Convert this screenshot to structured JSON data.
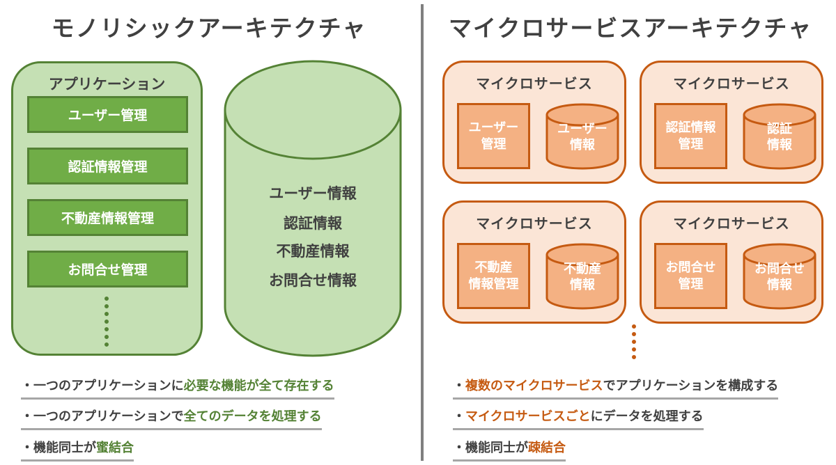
{
  "colors": {
    "green_dark": "#548235",
    "green_light": "#c5e0b4",
    "green_mid": "#70ad47",
    "orange_dark": "#c55a11",
    "orange_light": "#fbe5d6",
    "orange_mid": "#f4b183"
  },
  "monolith": {
    "title": "モノリシックアーキテクチャ",
    "app_label": "アプリケーション",
    "functions": [
      "ユーザー管理",
      "認証情報管理",
      "不動産情報管理",
      "お問合せ管理"
    ],
    "db_items": [
      "ユーザー情報",
      "認証情報",
      "不動産情報",
      "お問合せ情報"
    ],
    "bullets": [
      [
        {
          "t": "・一つのアプリケーションに",
          "h": false
        },
        {
          "t": "必要な機能が全て存在する",
          "h": true
        }
      ],
      [
        {
          "t": "・一つのアプリケーションで",
          "h": false
        },
        {
          "t": "全てのデータを処理する",
          "h": true
        }
      ],
      [
        {
          "t": "・機能同士が",
          "h": false
        },
        {
          "t": "蜜結合",
          "h": true
        }
      ]
    ]
  },
  "microservices": {
    "title": "マイクロサービスアーキテクチャ",
    "services": [
      {
        "label": "マイクロサービス",
        "function": "ユーザー\n管理",
        "db": "ユーザー\n情報"
      },
      {
        "label": "マイクロサービス",
        "function": "認証情報\n管理",
        "db": "認証\n情報"
      },
      {
        "label": "マイクロサービス",
        "function": "不動産\n情報管理",
        "db": "不動産\n情報"
      },
      {
        "label": "マイクロサービス",
        "function": "お問合せ\n管理",
        "db": "お問合せ\n情報"
      }
    ],
    "bullets": [
      [
        {
          "t": "・",
          "h": false
        },
        {
          "t": "複数のマイクロサービス",
          "h": true
        },
        {
          "t": "でアプリケーションを構成する",
          "h": false
        }
      ],
      [
        {
          "t": "・",
          "h": false
        },
        {
          "t": "マイクロサービスごと",
          "h": true
        },
        {
          "t": "にデータを処理する",
          "h": false
        }
      ],
      [
        {
          "t": "・機能同士が",
          "h": false
        },
        {
          "t": "疎結合",
          "h": true
        }
      ]
    ]
  }
}
